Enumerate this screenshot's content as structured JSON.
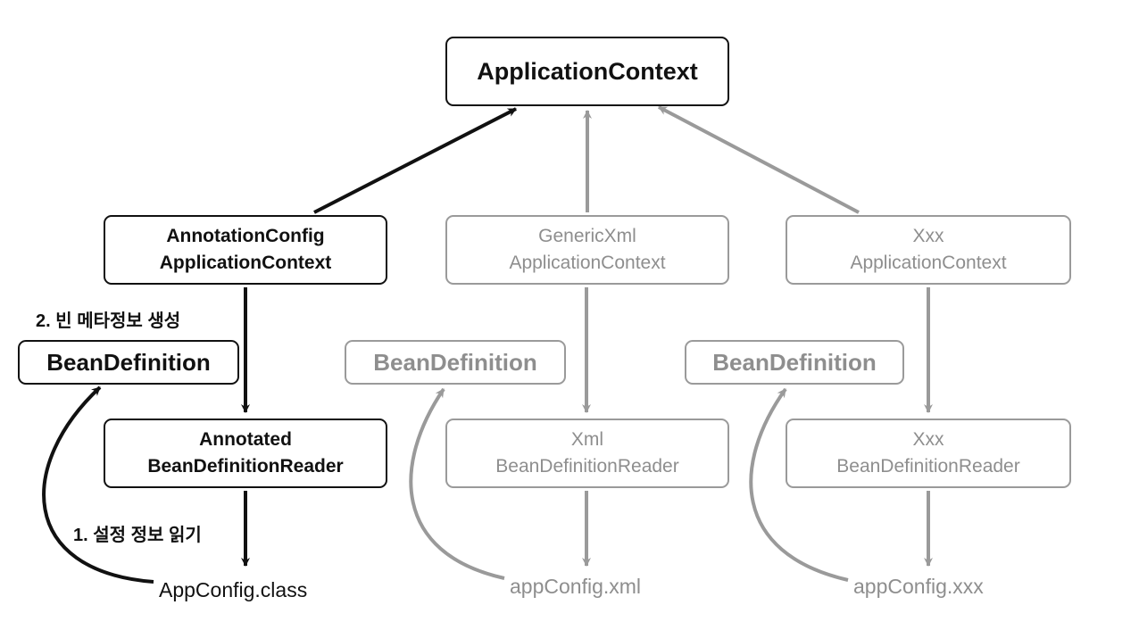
{
  "root": {
    "line1": "ApplicationContext"
  },
  "contexts": [
    {
      "line1": "AnnotationConfig",
      "line2": "ApplicationContext"
    },
    {
      "line1": "GenericXml",
      "line2": "ApplicationContext"
    },
    {
      "line1": "Xxx",
      "line2": "ApplicationContext"
    }
  ],
  "bean_definitions": [
    {
      "label": "BeanDefinition"
    },
    {
      "label": "BeanDefinition"
    },
    {
      "label": "BeanDefinition"
    }
  ],
  "readers": [
    {
      "line1": "Annotated",
      "line2": "BeanDefinitionReader"
    },
    {
      "line1": "Xml",
      "line2": "BeanDefinitionReader"
    },
    {
      "line1": "Xxx",
      "line2": "BeanDefinitionReader"
    }
  ],
  "configs": [
    {
      "label": "AppConfig.class"
    },
    {
      "label": "appConfig.xml"
    },
    {
      "label": "appConfig.xxx"
    }
  ],
  "steps": {
    "step1": "1. 설정 정보 읽기",
    "step2": "2. 빈 메타정보 생성"
  },
  "colors": {
    "active": "#111111",
    "inactive": "#9a9a9a"
  }
}
